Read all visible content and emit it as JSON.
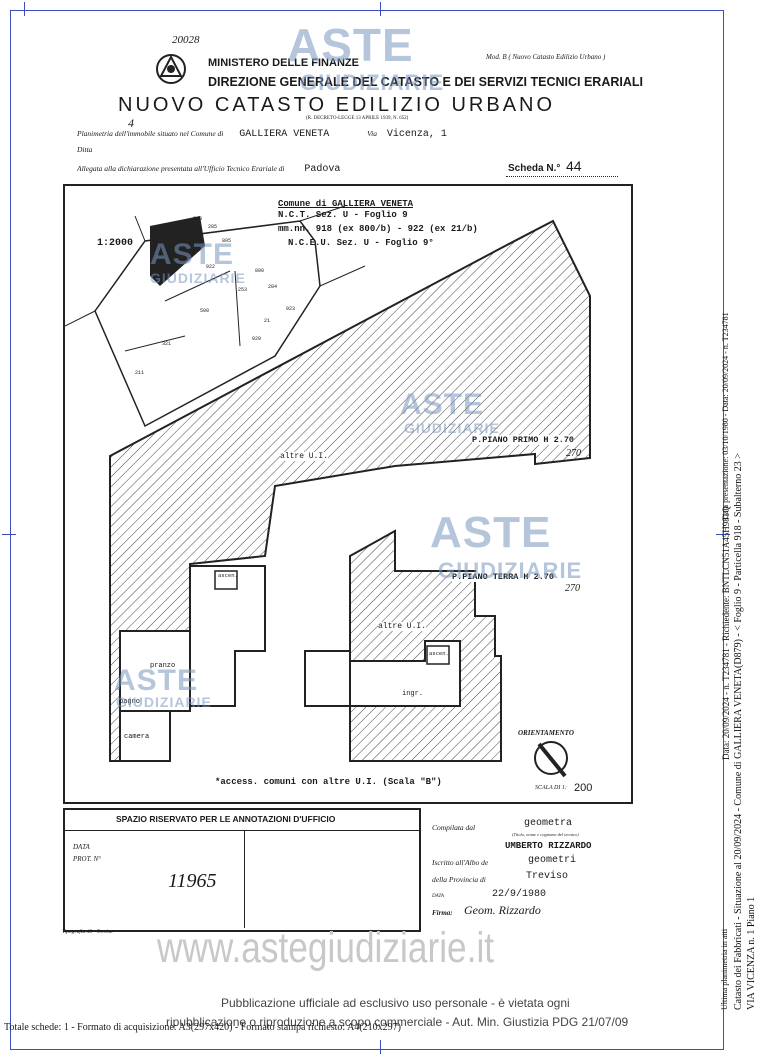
{
  "header": {
    "handwritten_number": "20028",
    "ministry": "MINISTERO DELLE FINANZE",
    "mod": "Mod. B ( Nuovo Catasto Edilizio Urbano )",
    "direction": "DIREZIONE GENERALE DEL CATASTO E DEI SERVIZI TECNICI ERARIALI",
    "title": "NUOVO CATASTO EDILIZIO URBANO",
    "decree": "(R. DECRETO-LEGGE 13 APRILE 1939, N. 652)"
  },
  "form": {
    "planimetria_label": "Planimetria dell'immobile situato nel Comune di",
    "comune": "GALLIERA VENETA",
    "via_label": "Via",
    "via": "Vicenza, 1",
    "handwritten_4": "4",
    "ditta_label": "Ditta",
    "allegata_label": "Allegata alla dichiarazione presentata all'Ufficio Tecnico Erariale di",
    "ufficio": "Padova",
    "scheda_label": "Scheda N.°",
    "scheda": "44"
  },
  "plan": {
    "comune_title": "Comune di GALLIERA VENETA",
    "nct": "N.C.T.  Sez. U - Foglio 9",
    "mappali": "mm.nn. 918 (ex 800/b) - 922 (ex 21/b)",
    "nceu": "N.C.E.U.  Sez. U - Foglio 9°",
    "scale_1": "1:2000",
    "parcels": [
      "918",
      "285",
      "805",
      "922",
      "800",
      "284",
      "253",
      "500",
      "21",
      "923",
      "321",
      "211",
      "920"
    ],
    "altre_ui_1": "altre U.I.",
    "piano_primo": "P.PIANO PRIMO H 2.70",
    "piano_primo_hand": "270",
    "piano_terra": "P.PIANO TERRA H 2.70",
    "piano_terra_hand": "270",
    "altre_ui_2": "altre U.I.",
    "rooms": [
      "ascen.",
      "pranzo",
      "bagno",
      "camera",
      "ascen.",
      "ingr."
    ],
    "legend": "*access. comuni con altre U.I. (Scala \"B\")",
    "orientamento": "ORIENTAMENTO",
    "scala_label": "SCALA DI 1:",
    "scala_value": "200"
  },
  "office": {
    "reserved": "SPAZIO RISERVATO PER LE ANNOTAZIONI D'UFFICIO",
    "data_label": "DATA",
    "prot_label": "PROT. N°",
    "prot_number": "11965",
    "tipografia": "Tipografia 45 - Treviso"
  },
  "compiler": {
    "compilata_label": "Compilata dal",
    "qualifica": "geometra",
    "qualifica_note": "(Titolo, nome e cognome del tecnico)",
    "nome": "UMBERTO RIZZARDO",
    "albo_label": "Iscritto all'Albo de",
    "albo": "geometri",
    "provincia_label": "della Provincia di",
    "provincia": "Treviso",
    "data_label": "DATA",
    "data": "22/9/1980",
    "firma_label": "Firma:",
    "firma": "Geom. Rizzardo"
  },
  "watermark": {
    "aste": "ASTE",
    "giudiziarie": "GIUDIZIARIE",
    "site": "www.astegiudiziarie.it",
    "notice_line1": "Pubblicazione ufficiale ad esclusivo uso personale - è vietata ogni",
    "notice_line2": "ripubblicazione o riproduzione a scopo commerciale - Aut. Min. Giustizia PDG 21/07/09"
  },
  "footer": {
    "totale": "Totale schede: 1 - Formato di acquisizione: A3(297x420) - Formato stampa richiesto: A4(210x297)"
  },
  "side": {
    "line1": "Catasto dei Fabbricati - Situazione al 20/09/2024 - Comune di GALLIERA VENETA(D879) - < Foglio 9 - Particella 918 - Subalterno 23 >",
    "line2": "VIA VICENZA n. 1 Piano 1",
    "line3": "Ultima planimetria in atti",
    "line4": "Data: 20/09/2024 - n. T234781 - Richiedente: BNTLCN51A45H981Q",
    "line5": "Data presentazione: 03/10/1980 - Data: 20/09/2024 - n. T234781"
  },
  "colors": {
    "frame": "#3b4fbf",
    "watermark": "#7896be"
  }
}
